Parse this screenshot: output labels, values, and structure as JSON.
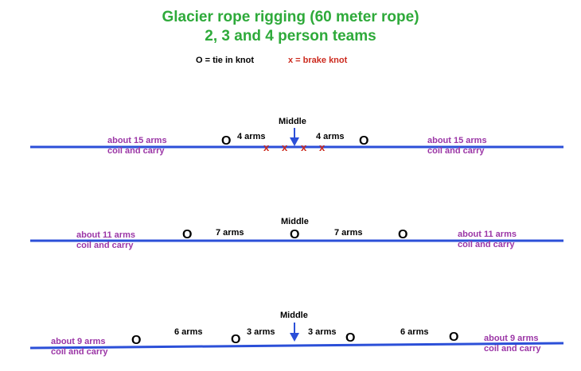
{
  "title_line1": "Glacier rope rigging (60 meter rope)",
  "title_line2": "2, 3 and 4 person teams",
  "legend": {
    "tie_in": "O = tie in knot",
    "brake": "x = brake knot"
  },
  "knot_symbol": "O",
  "brake_symbol": "x",
  "middle_label": "Middle",
  "colors": {
    "title": "#2eaa3a",
    "rope": "#2b4fd8",
    "coil_text": "#9b36a6",
    "brake": "#cc2a1e",
    "arrow": "#2b4fd8"
  },
  "row1": {
    "left_coil": [
      "about 15 arms",
      "coil and carry"
    ],
    "right_coil": [
      "about 15 arms",
      "coil and carry"
    ],
    "left_arms": "4 arms",
    "right_arms": "4 arms"
  },
  "row2": {
    "left_coil": [
      "about 11 arms",
      "coil and carry"
    ],
    "right_coil": [
      "about 11 arms",
      "coil and carry"
    ],
    "left_arms": "7 arms",
    "right_arms": "7 arms"
  },
  "row3": {
    "left_coil": [
      "about 9 arms",
      "coil and carry"
    ],
    "right_coil": [
      "about 9 arms",
      "coil and carry"
    ],
    "arms": [
      "6 arms",
      "3 arms",
      "3 arms",
      "6 arms"
    ]
  }
}
